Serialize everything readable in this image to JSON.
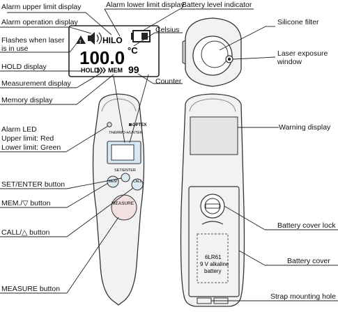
{
  "labels": {
    "alarm_upper_limit_display": "Alarm upper limit display",
    "alarm_lower_limit_display": "Alarm lower limit display",
    "battery_level_indicator": "Battery level indicator",
    "alarm_operation_display": "Alarm operation display",
    "celsius": "Celsius",
    "silicone_filter": "Silicone filter",
    "flashes_when_laser_line1": "Flashes when laser",
    "flashes_when_laser_line2": "is in use",
    "laser_exposure_window_line1": "Laser exposure",
    "laser_exposure_window_line2": "window",
    "hold_display": "HOLD display",
    "counter": "Counter",
    "measurement_display": "Measurement display",
    "memory_display": "Memory display",
    "alarm_led_line1": "Alarm LED",
    "alarm_led_line2": "Upper limit: Red",
    "alarm_led_line3": "Lower limit: Green",
    "warning_display": "Warning display",
    "set_enter_button": "SET/ENTER button",
    "mem_button": "MEM./▽ button",
    "call_button": "CALL/△ button",
    "battery_cover_lock": "Battery cover lock",
    "battery_cover": "Battery cover",
    "measure_button": "MEASURE button",
    "strap_mounting_hole": "Strap mounting hole"
  },
  "lcd": {
    "hilo": "HILO",
    "reading": "100.0",
    "unit": "°C",
    "hold": "HOLD",
    "mem": "MEM",
    "counter": "99"
  },
  "device": {
    "brand": "OPTEX",
    "model": "THERMO-HUNTER",
    "set_enter": "SET/ENTER",
    "mem_key": "MEM",
    "call_key": "CALL",
    "measure_key": "MEASURE",
    "battery_line1": "6LR61",
    "battery_line2": "9 V alkaline",
    "battery_line3": "battery"
  }
}
